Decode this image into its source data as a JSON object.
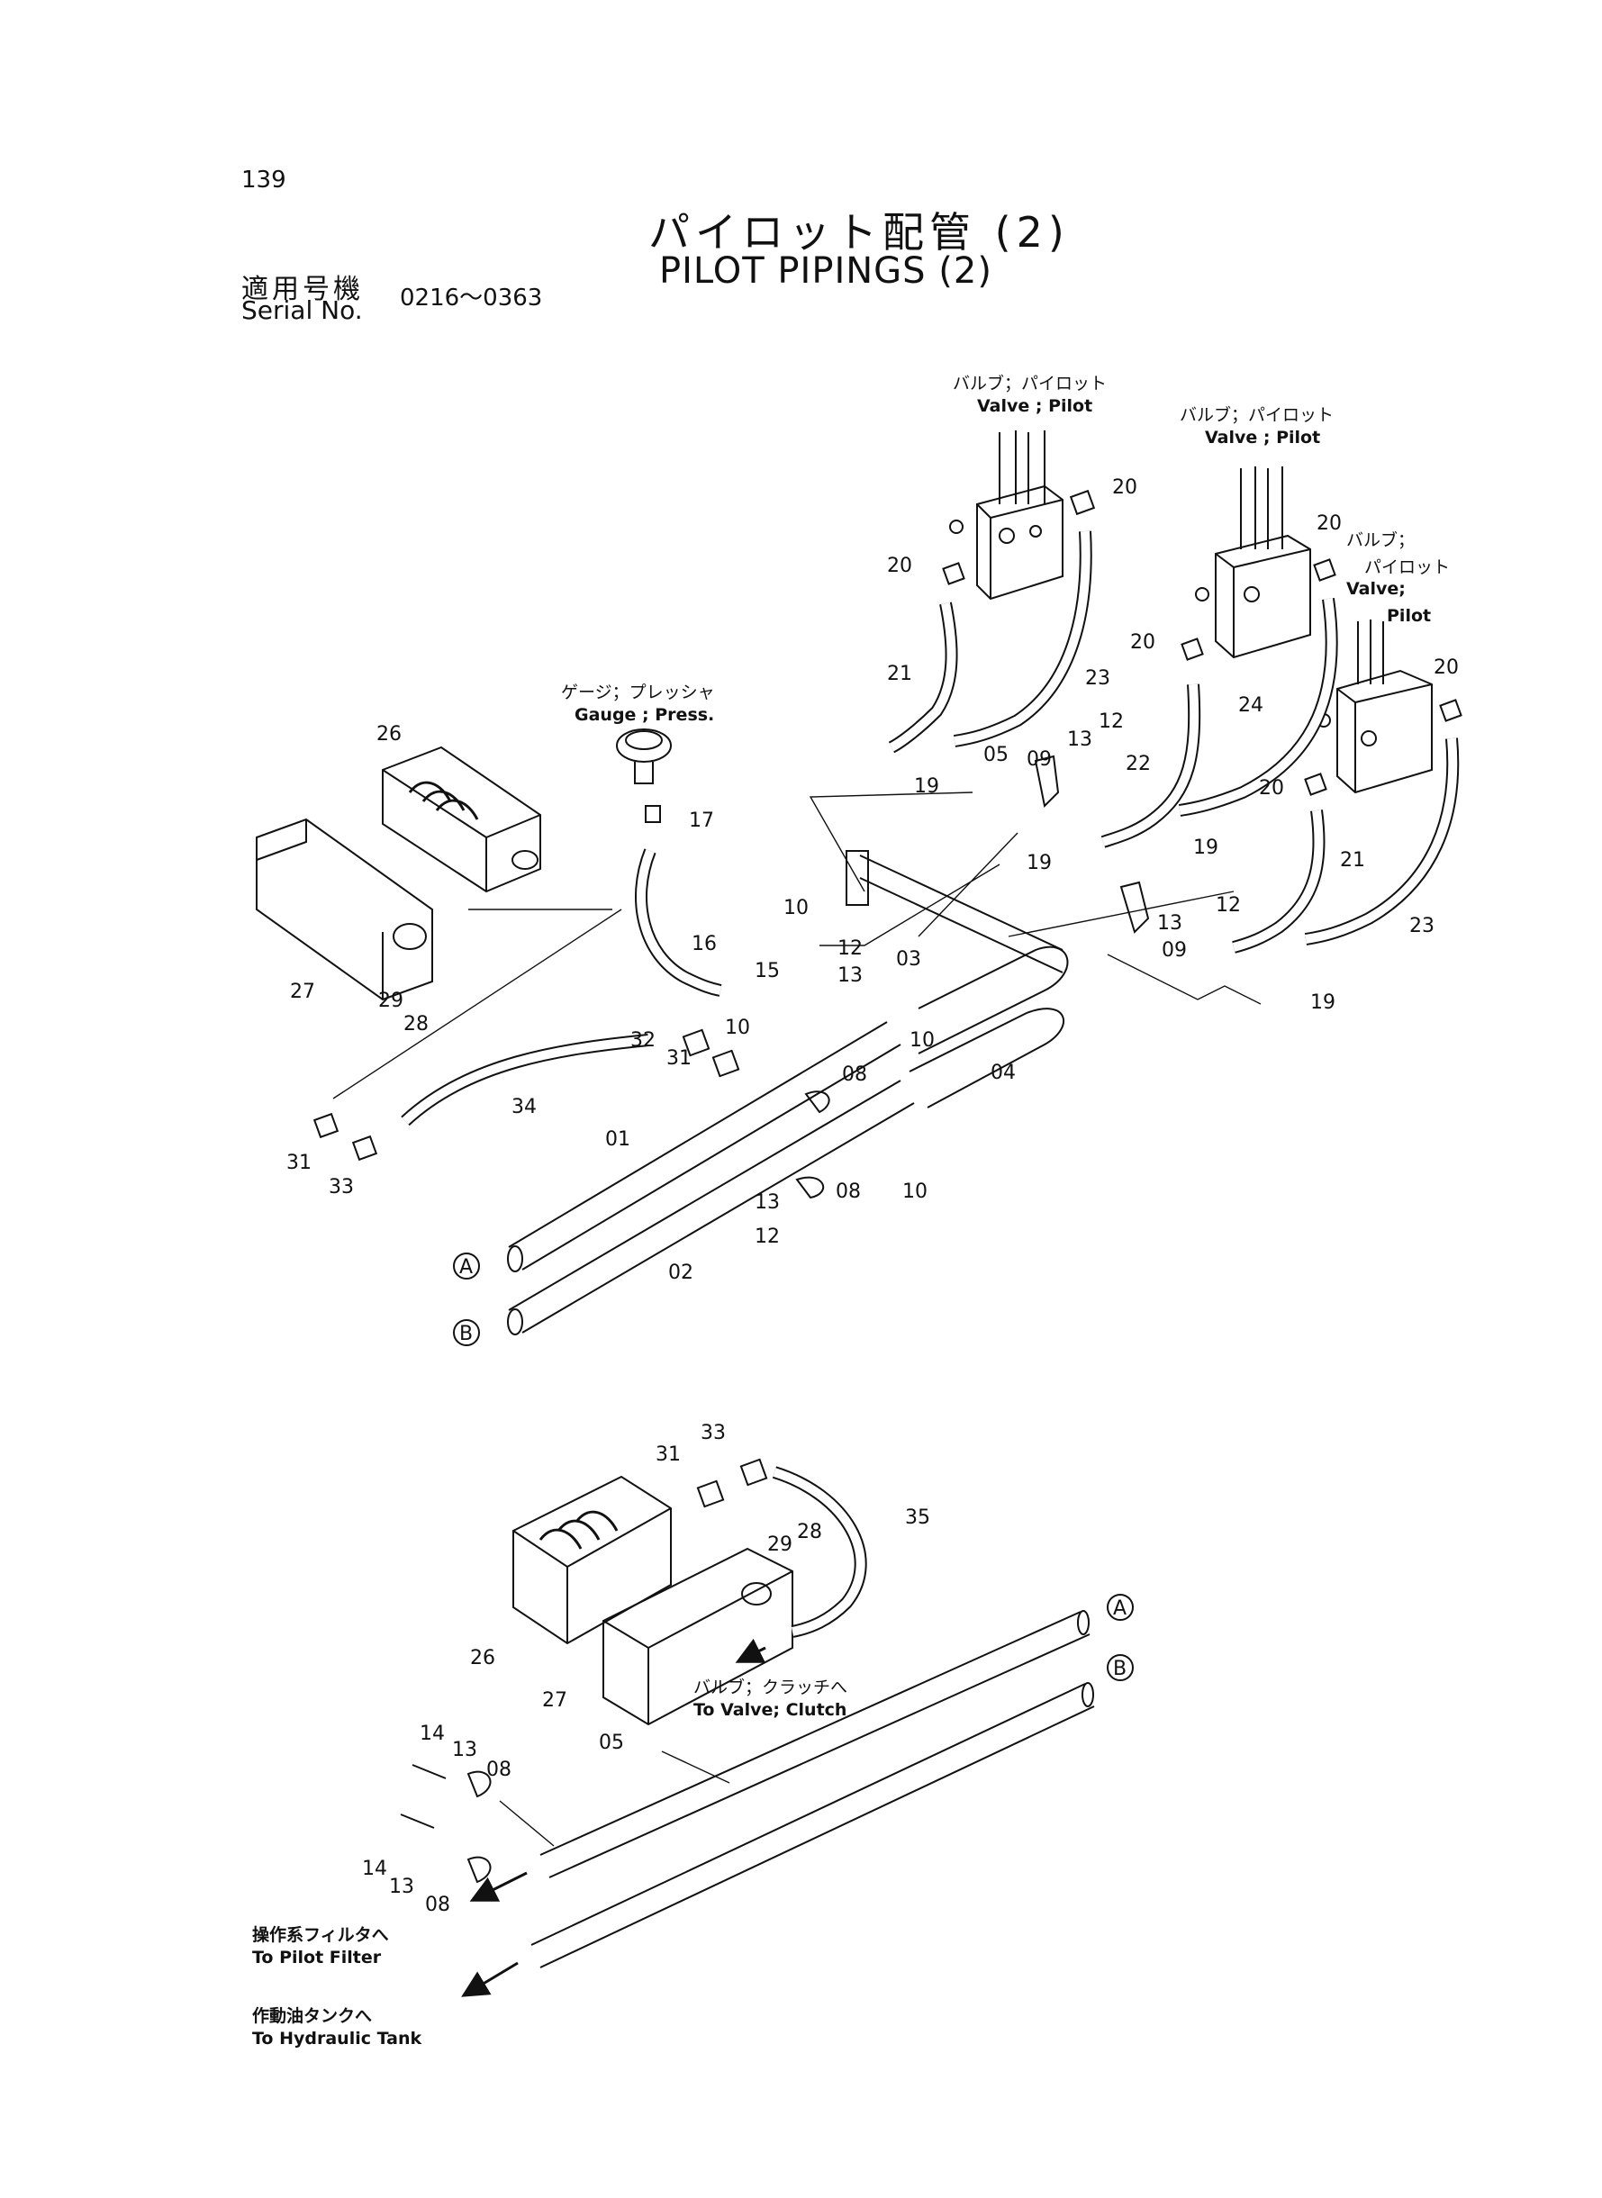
{
  "page_number": "139",
  "title_jp": "パイロット配管 (2)",
  "title_en": "PILOT PIPINGS (2)",
  "serial_label_jp": "適用号機",
  "serial_label_en": "Serial No.",
  "serial_range": "0216～0363",
  "captions": {
    "valve_pilot_1_jp": "バルブ；パイロット",
    "valve_pilot_1_en": "Valve ; Pilot",
    "valve_pilot_2_jp": "バルブ；パイロット",
    "valve_pilot_2_en": "Valve ; Pilot",
    "valve_pilot_3_jp_a": "バルブ；",
    "valve_pilot_3_jp_b": "パイロット",
    "valve_pilot_3_en_a": "Valve;",
    "valve_pilot_3_en_b": "Pilot",
    "gauge_jp": "ゲージ；プレッシャ",
    "gauge_en": "Gauge ; Press.",
    "clutch_jp": "バルブ；クラッチへ",
    "clutch_en": "To Valve; Clutch",
    "filter_jp": "操作系フィルタへ",
    "filter_en": "To Pilot Filter",
    "tank_jp": "作動油タンクへ",
    "tank_en": "To Hydraulic Tank"
  },
  "callouts": {
    "c_20a": "20",
    "c_20b": "20",
    "c_20c": "20",
    "c_20d": "20",
    "c_20e": "20",
    "c_20f": "20",
    "c_21a": "21",
    "c_21b": "21",
    "c_23a": "23",
    "c_23b": "23",
    "c_24": "24",
    "c_22": "22",
    "c_26a": "26",
    "c_27a": "27",
    "c_29a": "29",
    "c_28a": "28",
    "c_17": "17",
    "c_16": "16",
    "c_15": "15",
    "c_05a": "05",
    "c_09a": "09",
    "c_13a": "13",
    "c_12a": "12",
    "c_19a": "19",
    "c_19b": "19",
    "c_19c": "19",
    "c_19d": "19",
    "c_10a": "10",
    "c_12b": "12",
    "c_13b": "13",
    "c_09b": "09",
    "c_03": "03",
    "c_10b": "10",
    "c_04": "04",
    "c_12c": "12",
    "c_13c": "13",
    "c_10c": "10",
    "c_08a": "08",
    "c_32": "32",
    "c_31a": "31",
    "c_34": "34",
    "c_31b": "31",
    "c_33a": "33",
    "c_01": "01",
    "c_02": "02",
    "c_08b": "08",
    "c_10d": "10",
    "c_13d": "13",
    "c_12d": "12",
    "c_A1": "A",
    "c_B1": "B",
    "c_33b": "33",
    "c_31c": "31",
    "c_35": "35",
    "c_29b": "29",
    "c_28b": "28",
    "c_26b": "26",
    "c_27b": "27",
    "c_A2": "A",
    "c_B2": "B",
    "c_14a": "14",
    "c_13e": "13",
    "c_08c": "08",
    "c_05b": "05",
    "c_14b": "14",
    "c_13f": "13",
    "c_08d": "08"
  }
}
